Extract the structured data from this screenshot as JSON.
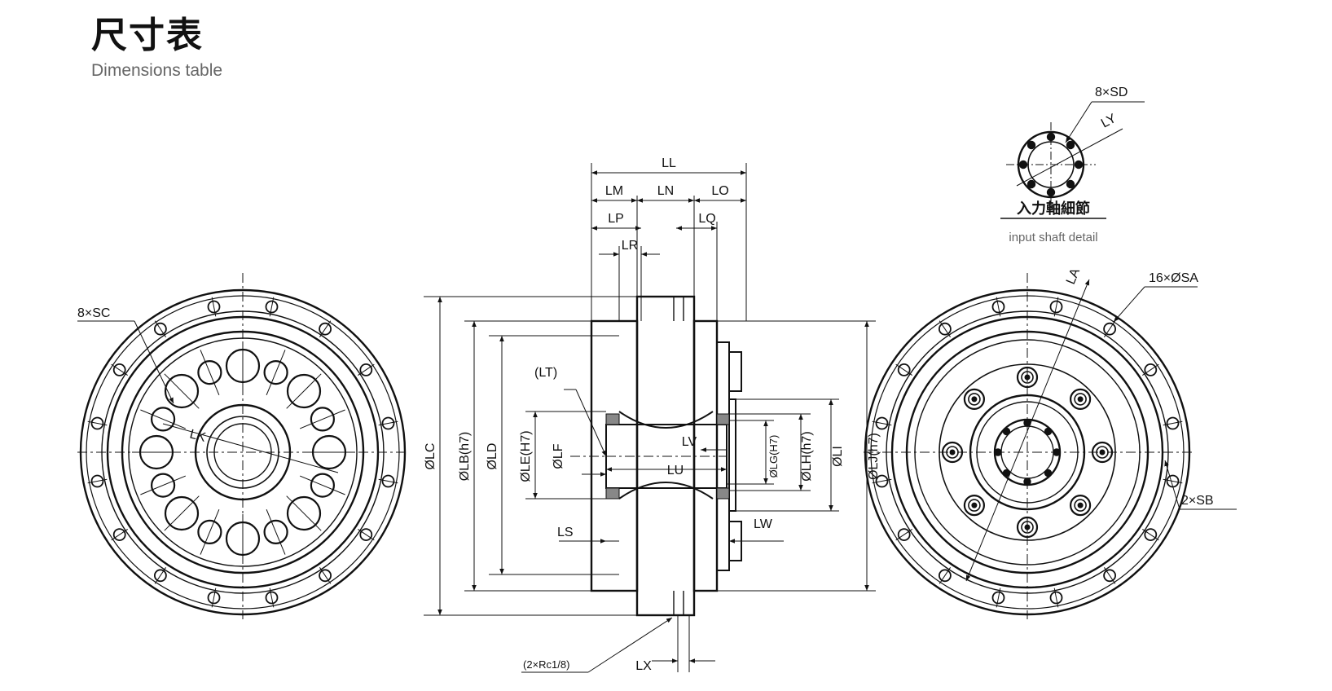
{
  "header": {
    "title_jp": "尺寸表",
    "title_en": "Dimensions table"
  },
  "detail": {
    "caption_jp": "入力軸細節",
    "caption_en": "input shaft detail",
    "sd_label": "8×SD",
    "ly_label": "LY"
  },
  "left_view": {
    "sc_label": "8×SC",
    "lk_label": "LK"
  },
  "right_view": {
    "la_label": "LA",
    "sa_label": "16×ØSA",
    "sb_label": "2×SB"
  },
  "section": {
    "top": [
      "LL",
      "LM",
      "LN",
      "LO",
      "LP",
      "LQ",
      "LR"
    ],
    "left": [
      "ØLC",
      "ØLB(h7)",
      "ØLD",
      "ØLE(H7)",
      "ØLF"
    ],
    "right": [
      "ØLG(H7)",
      "ØLH(h7)",
      "ØLI",
      "ØLJ(h7)"
    ],
    "inner": [
      "(LT)",
      "LV",
      "LU",
      "LS",
      "LW"
    ],
    "bottom": [
      "(2×Rc1/8)",
      "LX"
    ]
  }
}
